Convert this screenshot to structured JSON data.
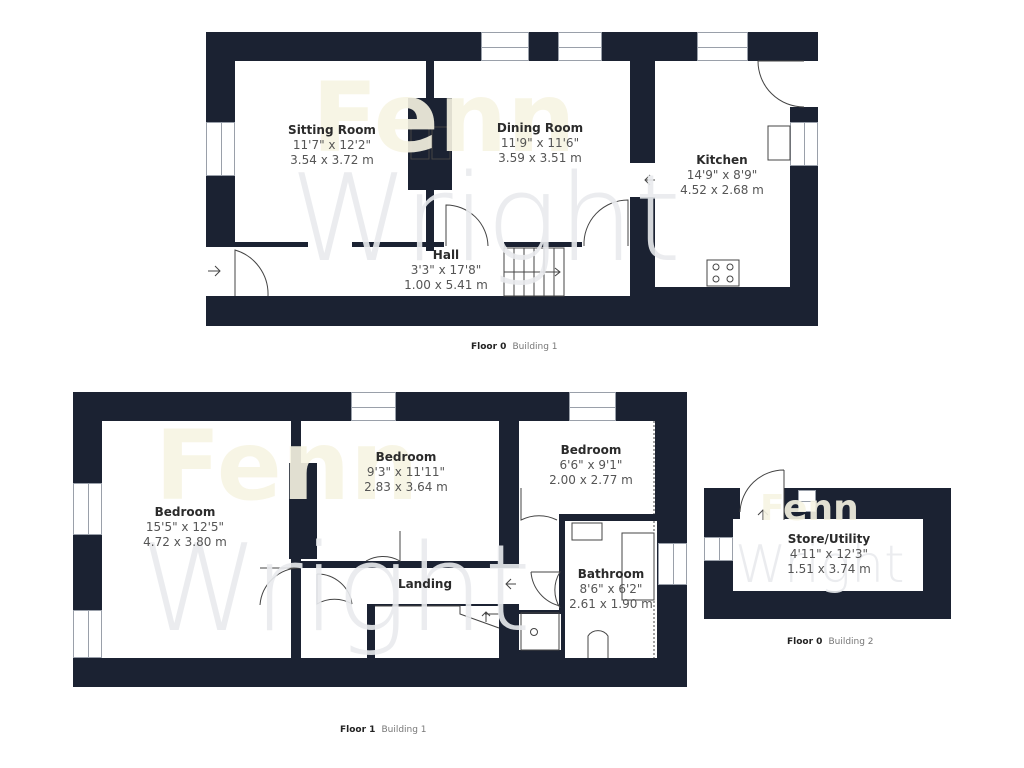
{
  "watermark": {
    "line1": "Fenn",
    "line2": "Wright"
  },
  "floors": [
    {
      "id": "floor0-building1",
      "caption": {
        "floor": "Floor 0",
        "building": "Building 1"
      },
      "rooms": [
        {
          "name": "Sitting Room",
          "imperial": "11'7\" x 12'2\"",
          "metric": "3.54 x 3.72 m"
        },
        {
          "name": "Dining Room",
          "imperial": "11'9\" x 11'6\"",
          "metric": "3.59 x 3.51 m"
        },
        {
          "name": "Kitchen",
          "imperial": "14'9\" x 8'9\"",
          "metric": "4.52 x 2.68 m"
        },
        {
          "name": "Hall",
          "imperial": "3'3\" x 17'8\"",
          "metric": "1.00 x 5.41 m"
        }
      ]
    },
    {
      "id": "floor1-building1",
      "caption": {
        "floor": "Floor 1",
        "building": "Building 1"
      },
      "rooms": [
        {
          "name": "Bedroom",
          "imperial": "15'5\" x 12'5\"",
          "metric": "4.72 x 3.80 m"
        },
        {
          "name": "Bedroom",
          "imperial": "9'3\" x 11'11\"",
          "metric": "2.83 x 3.64 m"
        },
        {
          "name": "Bedroom",
          "imperial": "6'6\" x 9'1\"",
          "metric": "2.00 x 2.77 m"
        },
        {
          "name": "Landing",
          "imperial": "",
          "metric": ""
        },
        {
          "name": "Bathroom",
          "imperial": "8'6\" x 6'2\"",
          "metric": "2.61 x 1.90 m"
        }
      ]
    },
    {
      "id": "floor0-building2",
      "caption": {
        "floor": "Floor 0",
        "building": "Building 2"
      },
      "rooms": [
        {
          "name": "Store/Utility",
          "imperial": "4'11\" x 12'3\"",
          "metric": "1.51 x 3.74 m"
        }
      ]
    }
  ],
  "colors": {
    "wall": "#1b2232",
    "floor": "#ffffff",
    "watermark_fenn": "#f7f4e3",
    "watermark_wright": "#e9ebee"
  }
}
